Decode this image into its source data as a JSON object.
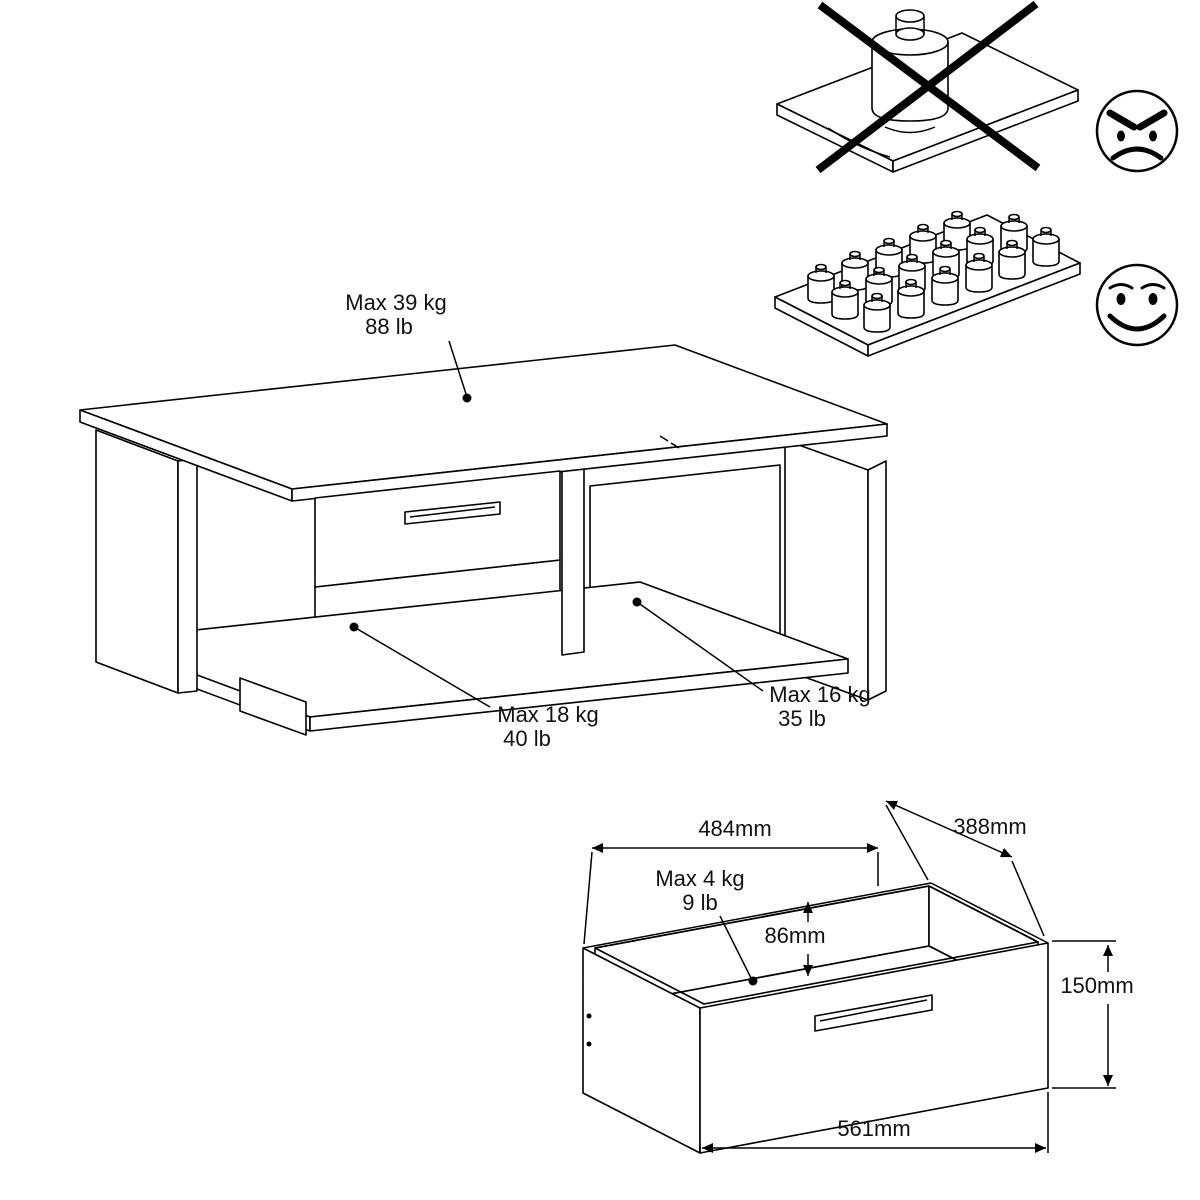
{
  "table": {
    "top_load": {
      "kg": "Max 39 kg",
      "lb": "88 lb"
    },
    "left_shelf_load": {
      "kg": "Max 18 kg",
      "lb": "40 lb"
    },
    "right_shelf_load": {
      "kg": "Max 16 kg",
      "lb": "35 lb"
    }
  },
  "drawer": {
    "load": {
      "kg": "Max 4 kg",
      "lb": "9 lb"
    },
    "dim_width_top": "484mm",
    "dim_depth": "388mm",
    "dim_inner_height": "86mm",
    "dim_height": "150mm",
    "dim_width_bottom": "561mm"
  },
  "icons": {
    "wrong": "single-heavy-weight-crossed-out",
    "correct": "distributed-weights",
    "angry_face": "angry-face-icon",
    "happy_face": "happy-face-icon"
  },
  "colors": {
    "line": "#000000",
    "background": "#ffffff"
  }
}
